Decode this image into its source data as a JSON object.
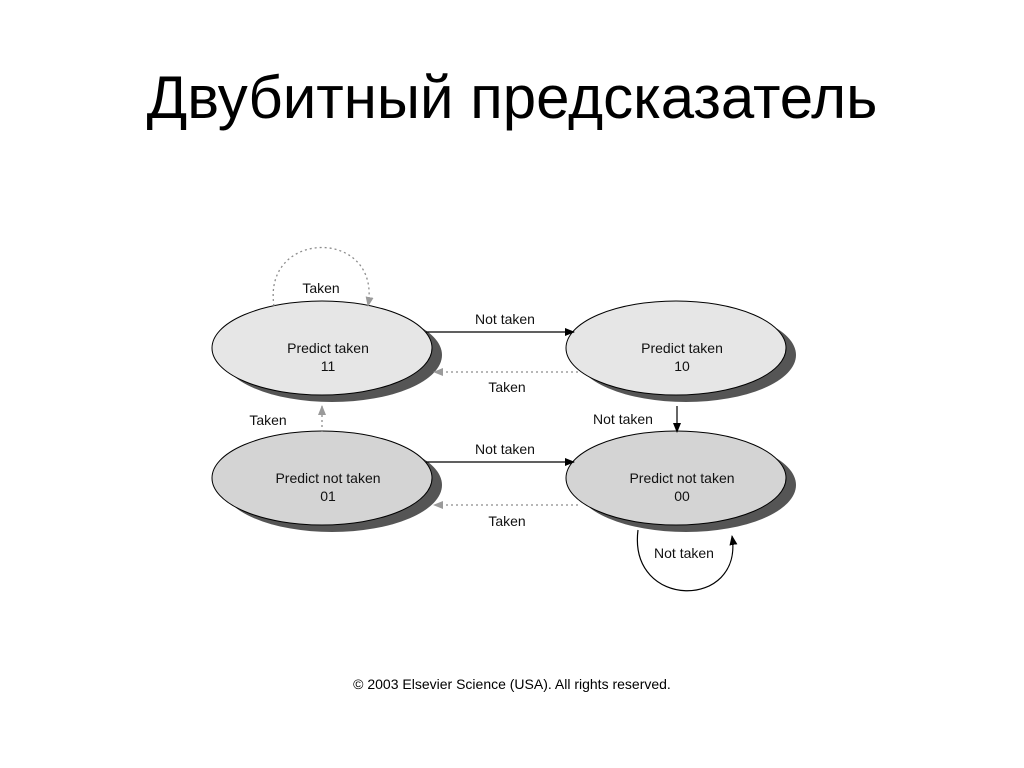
{
  "slide": {
    "title": "Двубитный предсказатель",
    "copyright": "© 2003 Elsevier Science (USA). All rights reserved."
  },
  "diagram": {
    "states": {
      "s11": {
        "line1": "Predict taken",
        "line2": "11"
      },
      "s10": {
        "line1": "Predict taken",
        "line2": "10"
      },
      "s01": {
        "line1": "Predict not taken",
        "line2": "01"
      },
      "s00": {
        "line1": "Predict not taken",
        "line2": "00"
      }
    },
    "transitions": {
      "t11_self": "Taken",
      "t11_10": "Not taken",
      "t10_11": "Taken",
      "t10_00": "Not taken",
      "t01_11": "Taken",
      "t01_00": "Not taken",
      "t00_01": "Taken",
      "t00_self": "Not taken"
    },
    "colors": {
      "state_fill": "#e6e6e6",
      "state_fill_dark": "#d4d4d4",
      "shadow": "#555555",
      "solid_edge": "#000000",
      "dotted_edge": "#8c8c8c"
    }
  }
}
